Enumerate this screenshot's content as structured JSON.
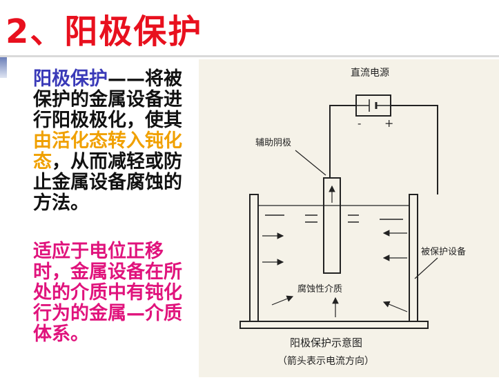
{
  "title": "2、阳极保护",
  "definition": {
    "term": "阳极保护",
    "dash": "——",
    "part1": "将被保护的金属设备进行阳极极化，使其",
    "highlight": "由活化态转入钝化态",
    "part2": "，从而减轻或防止金属设备腐蚀的方法。"
  },
  "condition": "适应于电位正移时，金属设备在所处的介质中有钝化行为的金属—介质体系。",
  "diagram": {
    "power_label": "直流电源",
    "minus": "-",
    "plus": "+",
    "cathode_label": "辅助阴极",
    "equipment_label": "被保护设备",
    "medium_label": "腐蚀性介质",
    "caption": "阳极保护示意图",
    "note": "（箭头表示电流方向）"
  },
  "colors": {
    "title": "#e8101e",
    "term": "#3a3ab8",
    "highlight": "#f0a000",
    "condition": "#e0137c"
  }
}
